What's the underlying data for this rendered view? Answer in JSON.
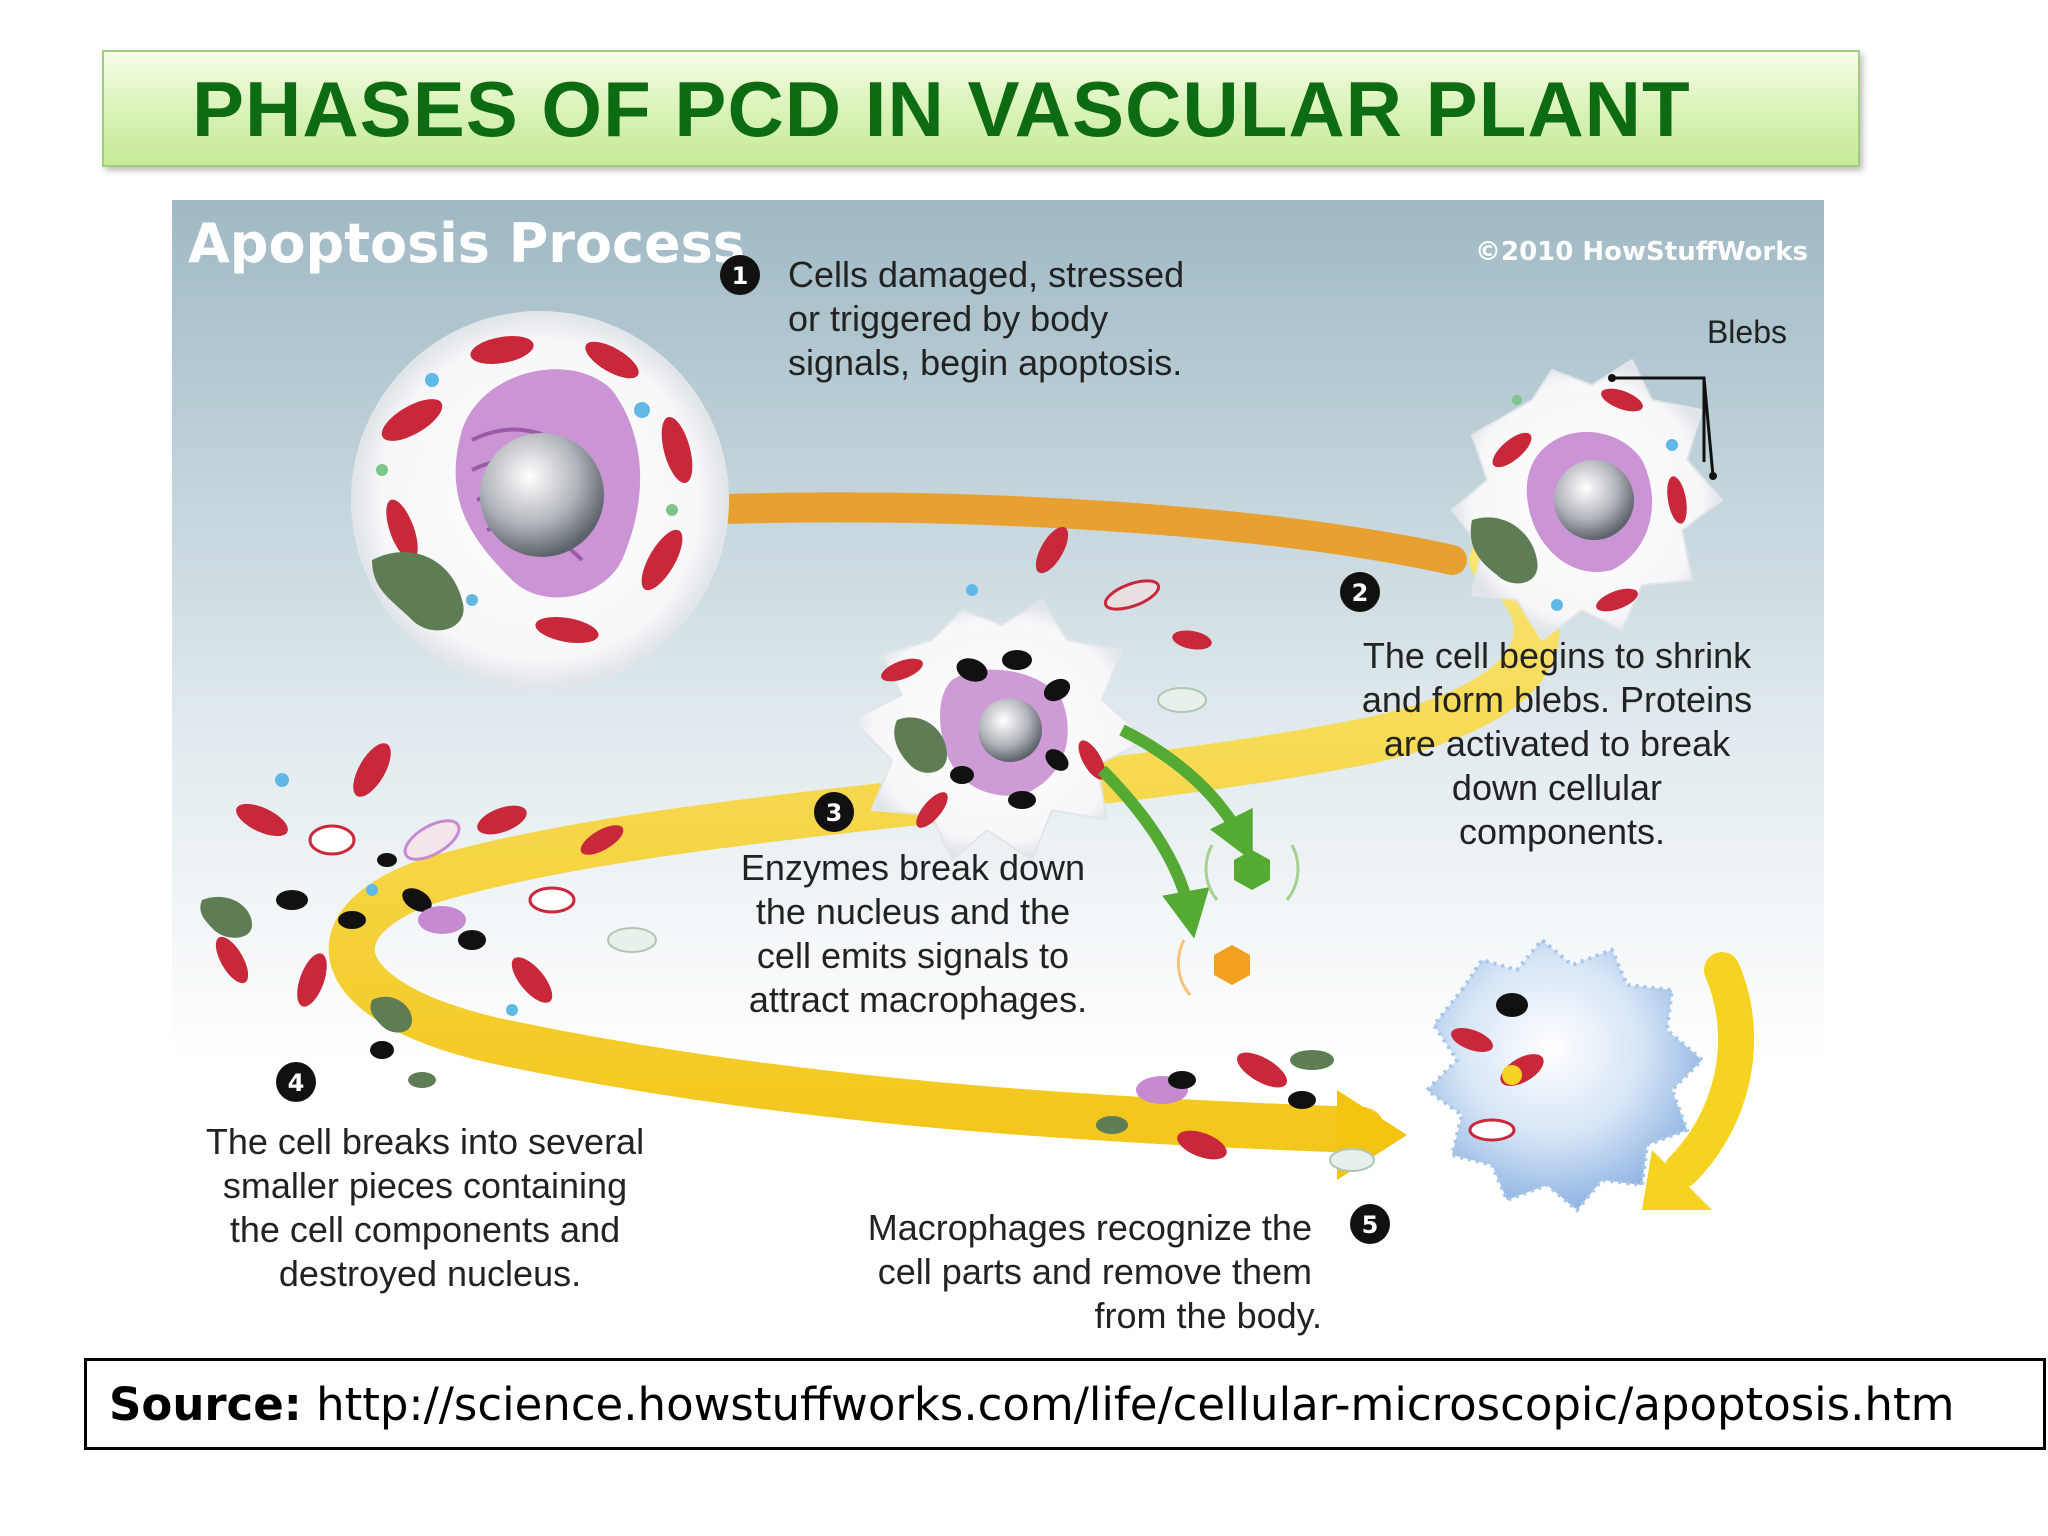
{
  "slide": {
    "title": "PHASES OF PCD IN VASCULAR PLANT"
  },
  "figure": {
    "heading": "Apoptosis Process",
    "copyright": "©2010 HowStuffWorks",
    "blebs_label": "Blebs",
    "steps": [
      {
        "number": "1",
        "lines": [
          "Cells damaged, stressed",
          "or triggered by body",
          "signals, begin apoptosis."
        ]
      },
      {
        "number": "2",
        "lines": [
          "The cell begins to shrink",
          "and form blebs. Proteins",
          "are activated to break",
          "down cellular",
          "components."
        ]
      },
      {
        "number": "3",
        "lines": [
          "Enzymes break down",
          "the nucleus and the",
          "cell emits signals to",
          "attract macrophages."
        ]
      },
      {
        "number": "4",
        "lines": [
          "The cell breaks into several",
          "smaller pieces containing",
          "the cell components and",
          "destroyed nucleus."
        ]
      },
      {
        "number": "5",
        "lines": [
          "Macrophages recognize the",
          "cell parts and remove them",
          "from the body."
        ]
      }
    ],
    "colors": {
      "background_top": "#9fb9c4",
      "background_bottom": "#ffffff",
      "orange_path": "#e8a030",
      "yellow_path": "#f6d320",
      "organelle_red": "#c8283a",
      "golgi_purple": "#c58ad0",
      "signal_green": "#55aa33",
      "signal_orange": "#f2a020",
      "macrophage_blue": "#a7c6ea"
    }
  },
  "source": {
    "label": "Source:",
    "url": "http://science.howstuffworks.com/life/cellular-microscopic/apoptosis.htm"
  }
}
